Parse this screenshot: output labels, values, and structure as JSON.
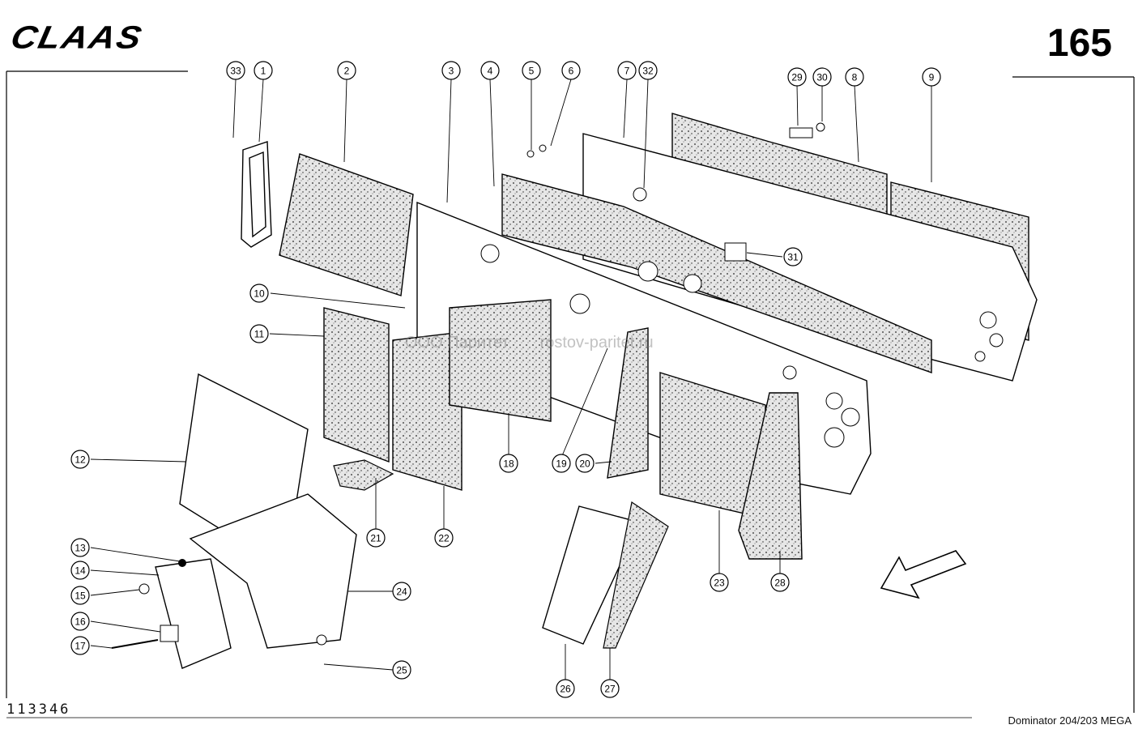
{
  "header": {
    "logo_text": "CLAAS",
    "page_number": "165"
  },
  "footer": {
    "drawing_number": "113346",
    "model": "Dominator 204/203 MEGA"
  },
  "watermark": {
    "left": "ООО Паритет",
    "right": "rostov-paritet.ru"
  },
  "callouts": [
    "1",
    "2",
    "3",
    "4",
    "5",
    "6",
    "7",
    "8",
    "9",
    "10",
    "11",
    "12",
    "13",
    "14",
    "15",
    "16",
    "17",
    "18",
    "19",
    "20",
    "21",
    "22",
    "23",
    "24",
    "25",
    "26",
    "27",
    "28",
    "29",
    "30",
    "31",
    "32",
    "33"
  ],
  "colors": {
    "ink": "#000000",
    "foam": "#cfcfcf",
    "paper": "#ffffff"
  }
}
